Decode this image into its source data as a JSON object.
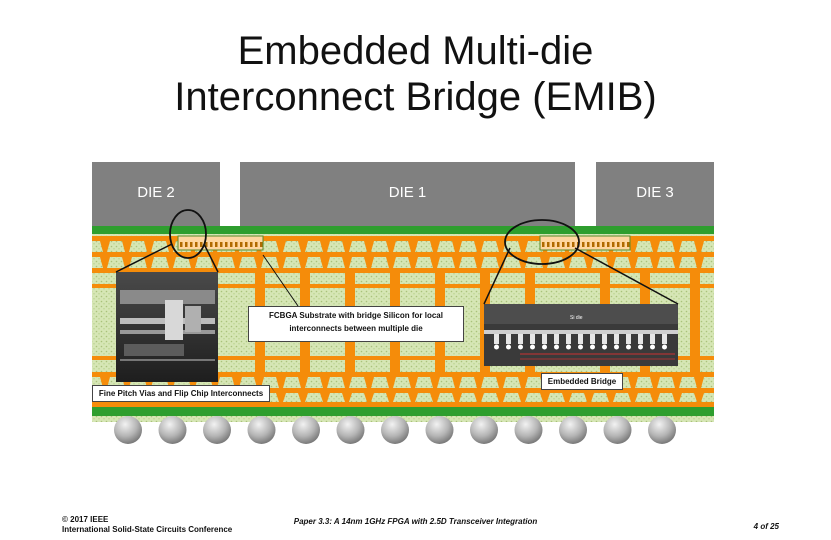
{
  "slide": {
    "title_line1": "Embedded Multi-die",
    "title_line2": "Interconnect Bridge (EMIB)"
  },
  "dies": {
    "die2": "DIE 2",
    "die1": "DIE 1",
    "die3": "DIE 3"
  },
  "callouts": {
    "substrate_line1": "FCBGA Substrate with bridge Silicon for local",
    "substrate_line2": "interconnects between multiple die",
    "fine_pitch": "Fine Pitch Vias and Flip Chip Interconnects",
    "embedded_bridge": "Embedded Bridge"
  },
  "inset": {
    "si_die": "Si die"
  },
  "footer": {
    "copyright": "© 2017 IEEE",
    "conference": "International Solid-State Circuits Conference",
    "paper": "Paper 3.3: A 14nm 1GHz FPGA with 2.5D Transceiver Integration",
    "page": "4 of 25"
  },
  "colors": {
    "die": "#808080",
    "substrate_trace": "#f58c0a",
    "dielectric": "#cfe0a8",
    "copper_plane": "#2e9e2e",
    "bump": "#c0c0c0"
  }
}
